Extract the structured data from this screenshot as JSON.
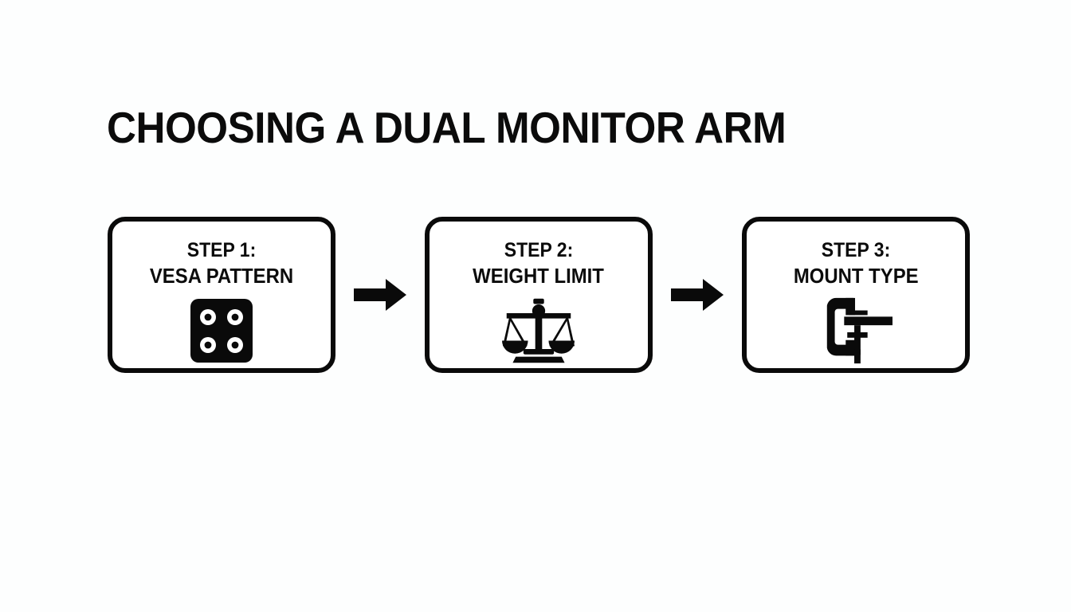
{
  "page": {
    "title": "CHOOSING A DUAL MONITOR ARM",
    "background_color": "#fdfefe",
    "ink_color": "#0a0a0a"
  },
  "flow": {
    "steps": [
      {
        "number_label": "STEP 1:",
        "topic_label": "VESA PATTERN",
        "icon": "vesa-pattern-icon"
      },
      {
        "number_label": "STEP 2:",
        "topic_label": "WEIGHT LIMIT",
        "icon": "balance-scale-icon"
      },
      {
        "number_label": "STEP 3:",
        "topic_label": "MOUNT TYPE",
        "icon": "c-clamp-icon"
      }
    ],
    "connectors": [
      {
        "icon": "arrow-right-icon"
      },
      {
        "icon": "arrow-right-icon"
      }
    ]
  }
}
